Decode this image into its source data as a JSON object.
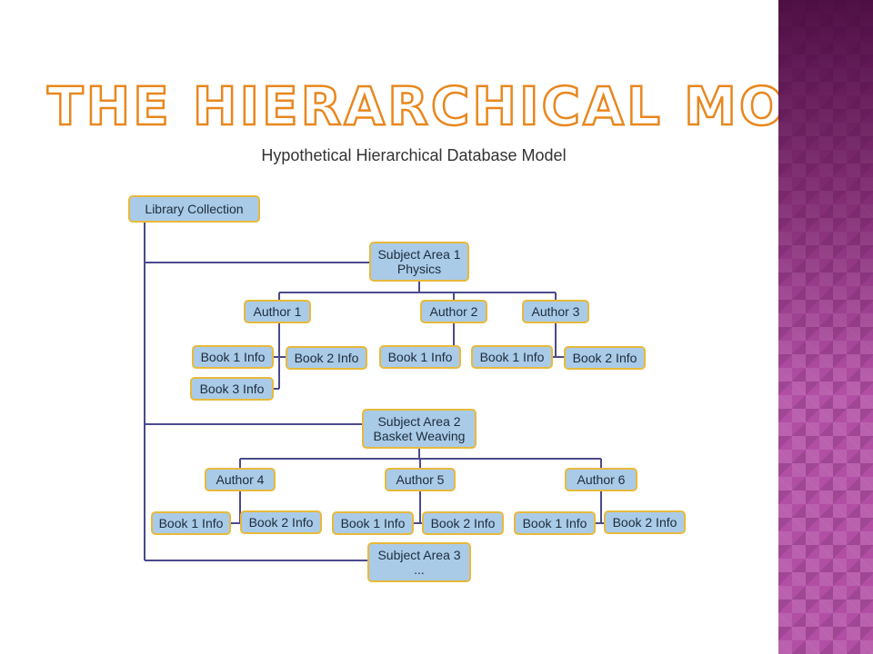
{
  "slide": {
    "title": "The Hierarchical Model",
    "caption": "Hypothetical Hierarchical Database Model"
  },
  "colors": {
    "title_outline": "#e8871e",
    "node_fill": "#a9cbe8",
    "node_border": "#e8b93c",
    "connector": "#4a4a8c",
    "side_panel": "#b24fa5"
  },
  "tree": {
    "root": "Library Collection",
    "subjects": [
      {
        "line1": "Subject Area 1",
        "line2": "Physics",
        "authors": [
          {
            "label": "Author 1",
            "books": [
              "Book 1 Info",
              "Book 2 Info",
              "Book 3 Info"
            ]
          },
          {
            "label": "Author 2",
            "books": [
              "Book 1 Info"
            ]
          },
          {
            "label": "Author 3",
            "books": [
              "Book 1 Info",
              "Book 2 Info"
            ]
          }
        ]
      },
      {
        "line1": "Subject Area 2",
        "line2": "Basket Weaving",
        "authors": [
          {
            "label": "Author 4",
            "books": [
              "Book 1 Info",
              "Book 2 Info"
            ]
          },
          {
            "label": "Author 5",
            "books": [
              "Book 1 Info",
              "Book 2 Info"
            ]
          },
          {
            "label": "Author 6",
            "books": [
              "Book 1 Info",
              "Book 2 Info"
            ]
          }
        ]
      },
      {
        "line1": "Subject Area 3",
        "line2": "...",
        "authors": []
      }
    ]
  }
}
